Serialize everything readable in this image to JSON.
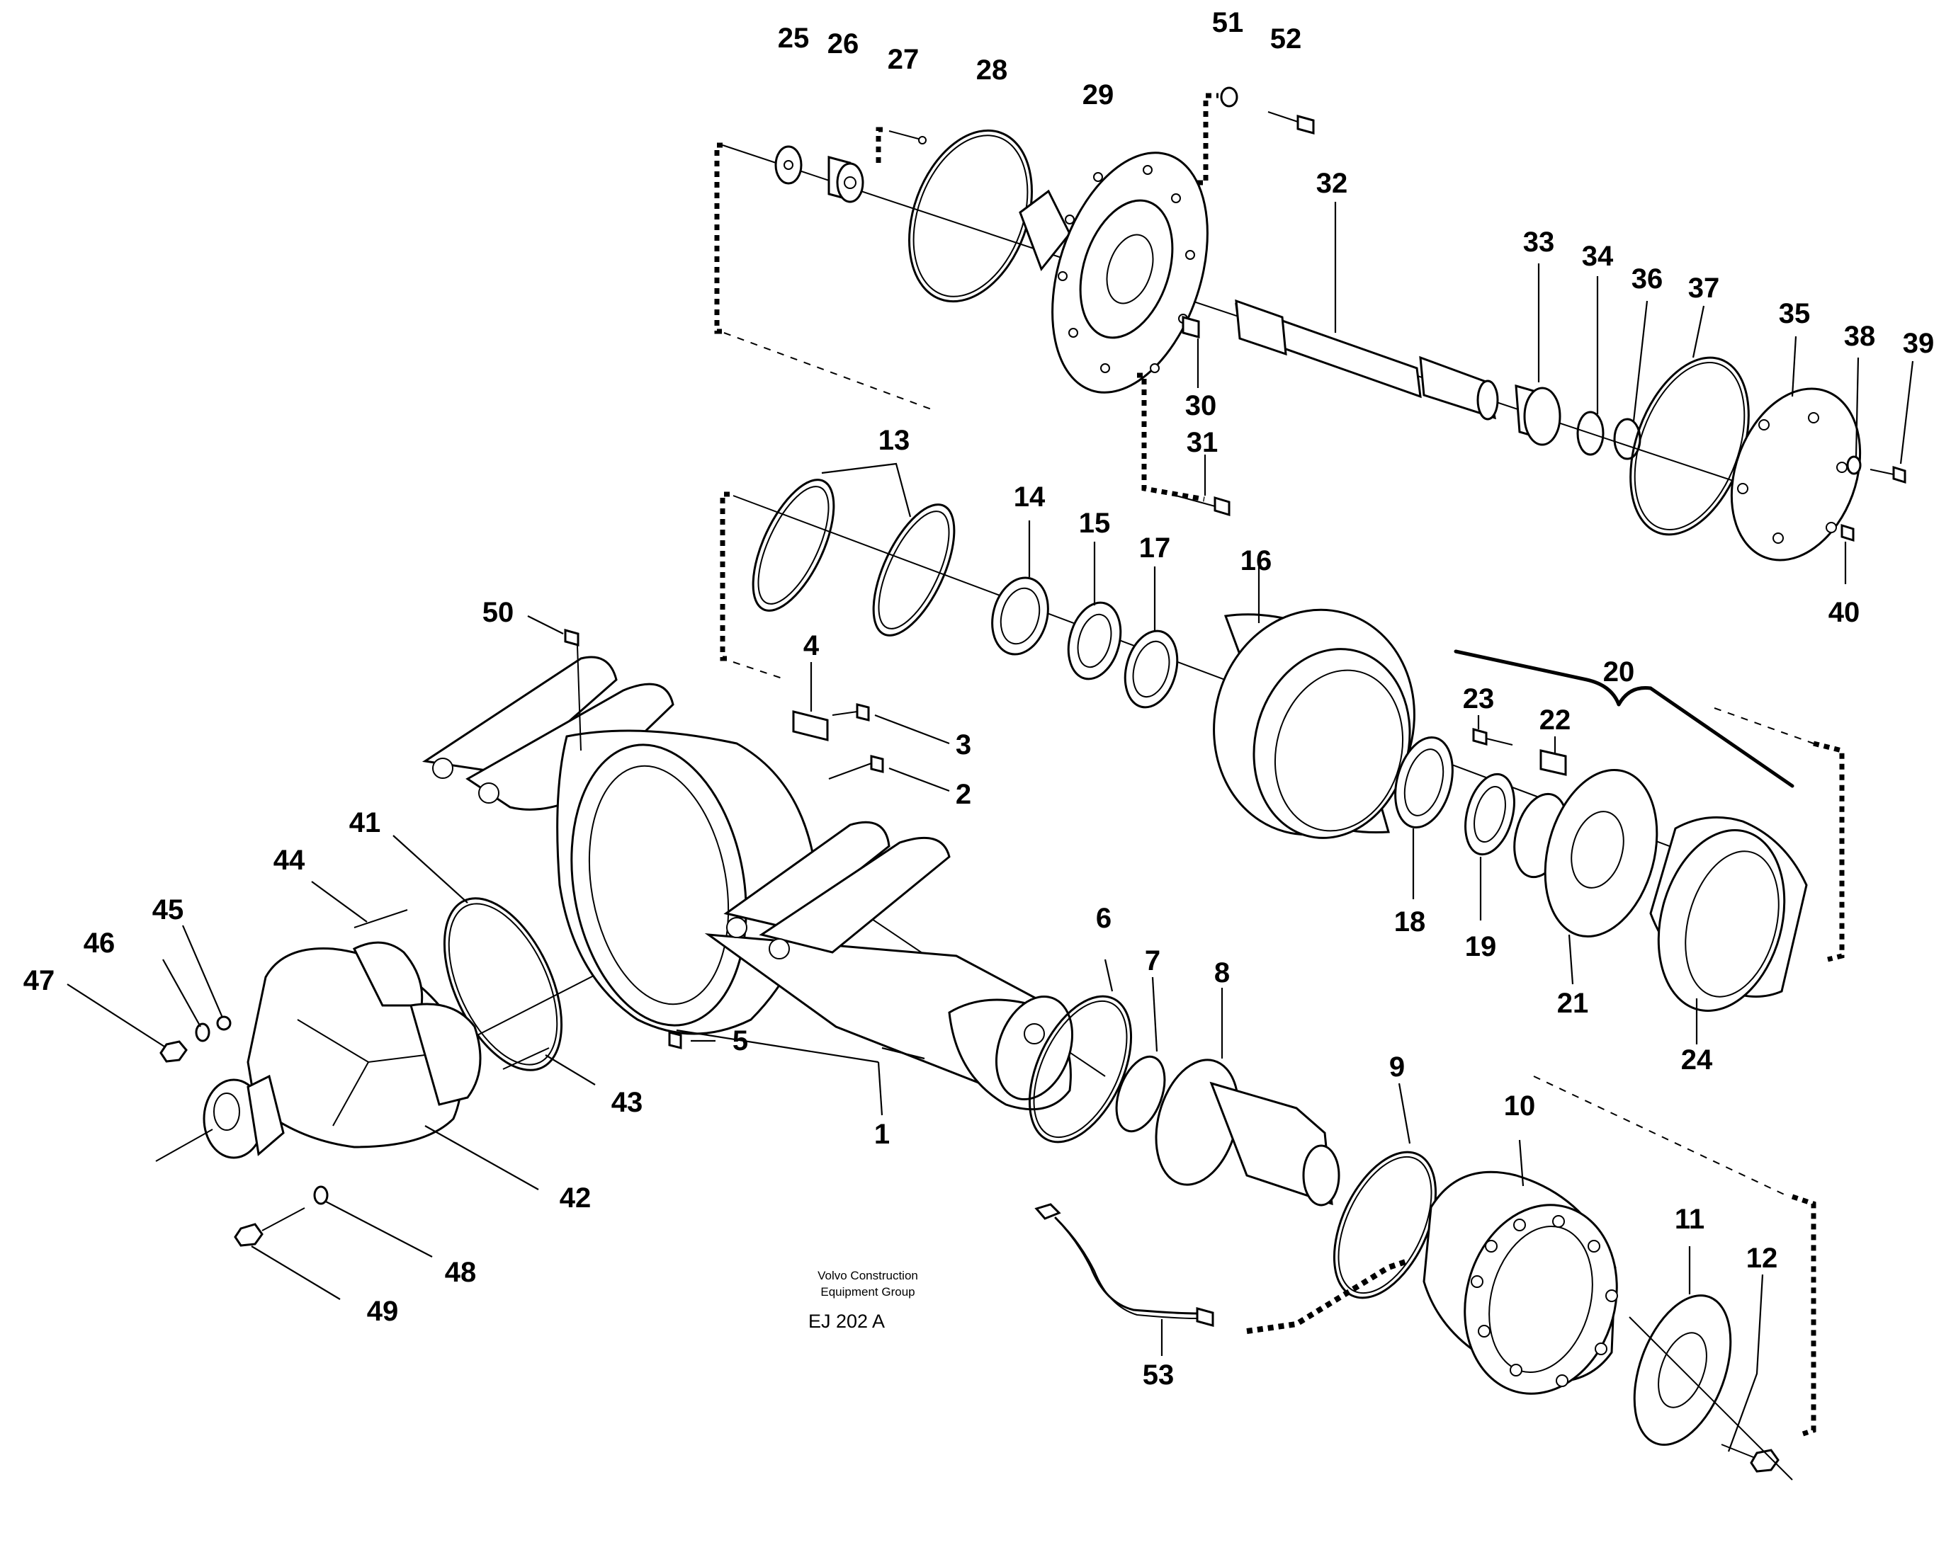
{
  "diagram": {
    "credit_line1": "Volvo Construction",
    "credit_line2": "Equipment Group",
    "drawing_code": "EJ 202 A",
    "callouts": {
      "c1": "1",
      "c2": "2",
      "c3": "3",
      "c4": "4",
      "c5": "5",
      "c6": "6",
      "c7": "7",
      "c8": "8",
      "c9": "9",
      "c10": "10",
      "c11": "11",
      "c12": "12",
      "c13": "13",
      "c14": "14",
      "c15": "15",
      "c16": "16",
      "c17": "17",
      "c18": "18",
      "c19": "19",
      "c20": "20",
      "c21": "21",
      "c22": "22",
      "c23": "23",
      "c24": "24",
      "c25": "25",
      "c26": "26",
      "c27": "27",
      "c28": "28",
      "c29": "29",
      "c30": "30",
      "c31": "31",
      "c32": "32",
      "c33": "33",
      "c34": "34",
      "c35": "35",
      "c36": "36",
      "c37": "37",
      "c38": "38",
      "c39": "39",
      "c40": "40",
      "c41": "41",
      "c42": "42",
      "c43": "43",
      "c44": "44",
      "c45": "45",
      "c46": "46",
      "c47": "47",
      "c48": "48",
      "c49": "49",
      "c50": "50",
      "c51": "51",
      "c52": "52",
      "c53": "53"
    }
  }
}
